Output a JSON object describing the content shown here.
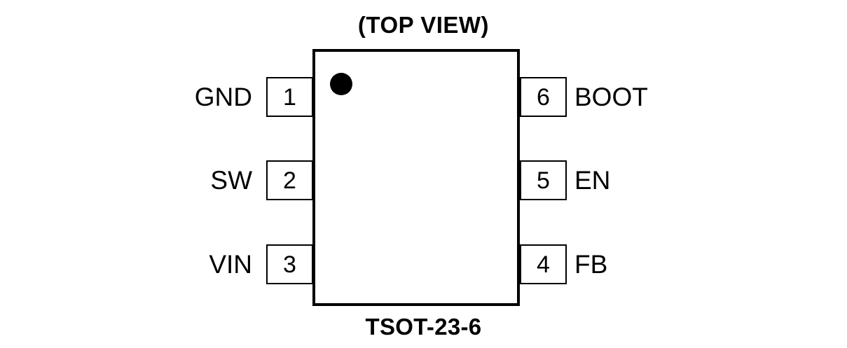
{
  "diagram": {
    "title": "(TOP VIEW)",
    "package_name": "TSOT-23-6",
    "colors": {
      "background": "#ffffff",
      "outline": "#000000",
      "text": "#000000",
      "pin1_dot": "#000000"
    },
    "pin1_marker": "pin-1-indicator-dot",
    "pins_left": [
      {
        "number": "1",
        "name": "GND"
      },
      {
        "number": "2",
        "name": "SW"
      },
      {
        "number": "3",
        "name": "VIN"
      }
    ],
    "pins_right": [
      {
        "number": "6",
        "name": "BOOT"
      },
      {
        "number": "5",
        "name": "EN"
      },
      {
        "number": "4",
        "name": "FB"
      }
    ]
  }
}
